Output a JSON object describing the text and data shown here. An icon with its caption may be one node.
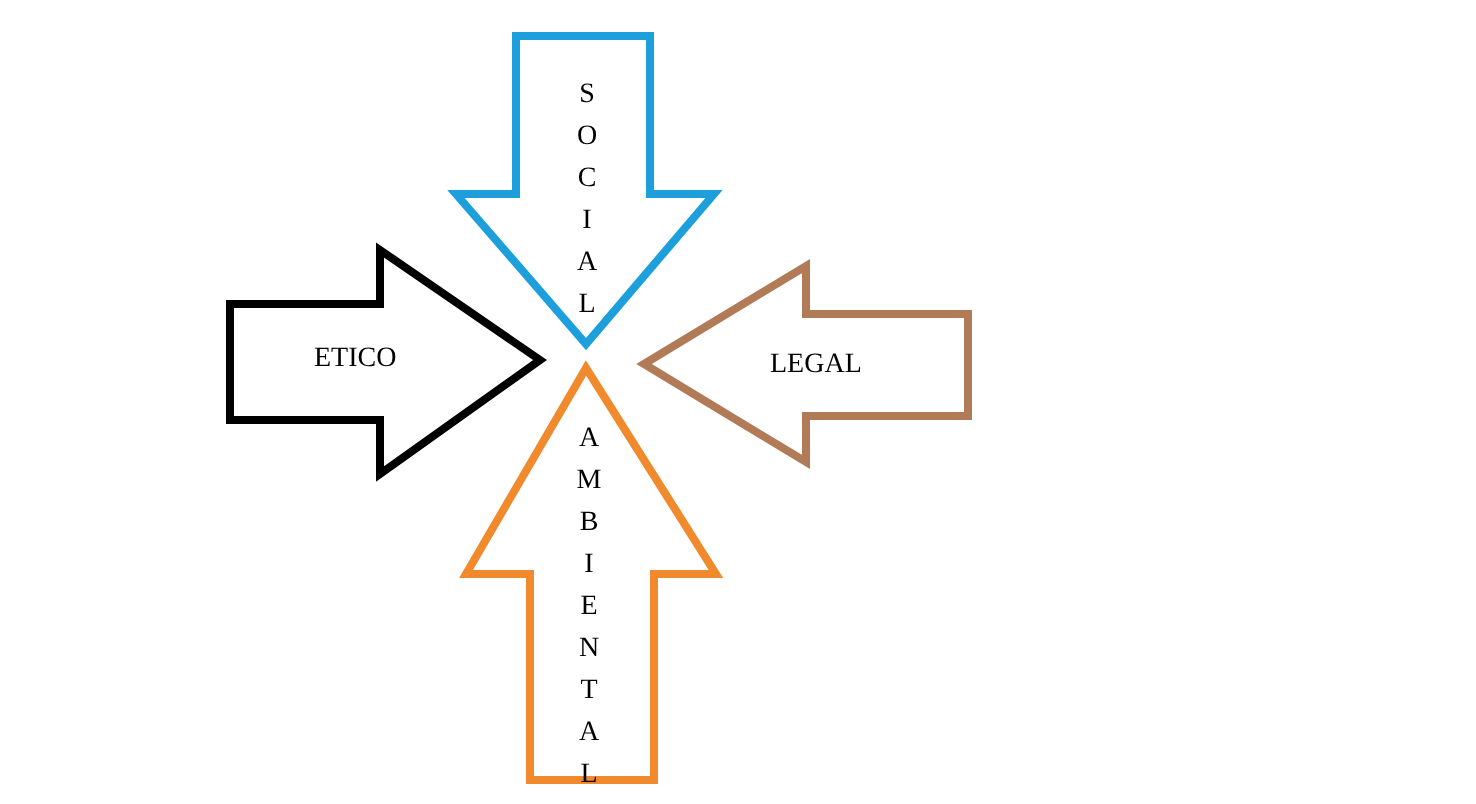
{
  "diagram": {
    "nodes": [
      {
        "text": [
          "SOCIAL"
        ]
      },
      {
        "text": [
          "ETICO"
        ]
      },
      {
        "text": [
          "LEGAL"
        ]
      },
      {
        "text": [
          "AMBIENTAL"
        ]
      }
    ]
  }
}
